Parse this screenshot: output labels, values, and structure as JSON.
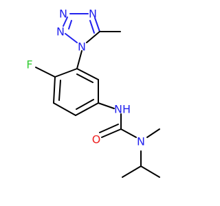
{
  "molecule": {
    "atoms": {
      "tetrazole_n1": {
        "label": "N",
        "color": "#2222ee"
      },
      "tetrazole_n2": {
        "label": "N",
        "color": "#2222ee"
      },
      "tetrazole_n3": {
        "label": "N",
        "color": "#2222ee"
      },
      "tetrazole_n4": {
        "label": "N",
        "color": "#2222ee"
      },
      "fluorine": {
        "label": "F",
        "color": "#33cc33"
      },
      "amide_nh": {
        "label": "NH",
        "color": "#2222ee"
      },
      "carbonyl_o": {
        "label": "O",
        "color": "#ee2222"
      },
      "urea_n": {
        "label": "N",
        "color": "#2222ee"
      }
    }
  }
}
